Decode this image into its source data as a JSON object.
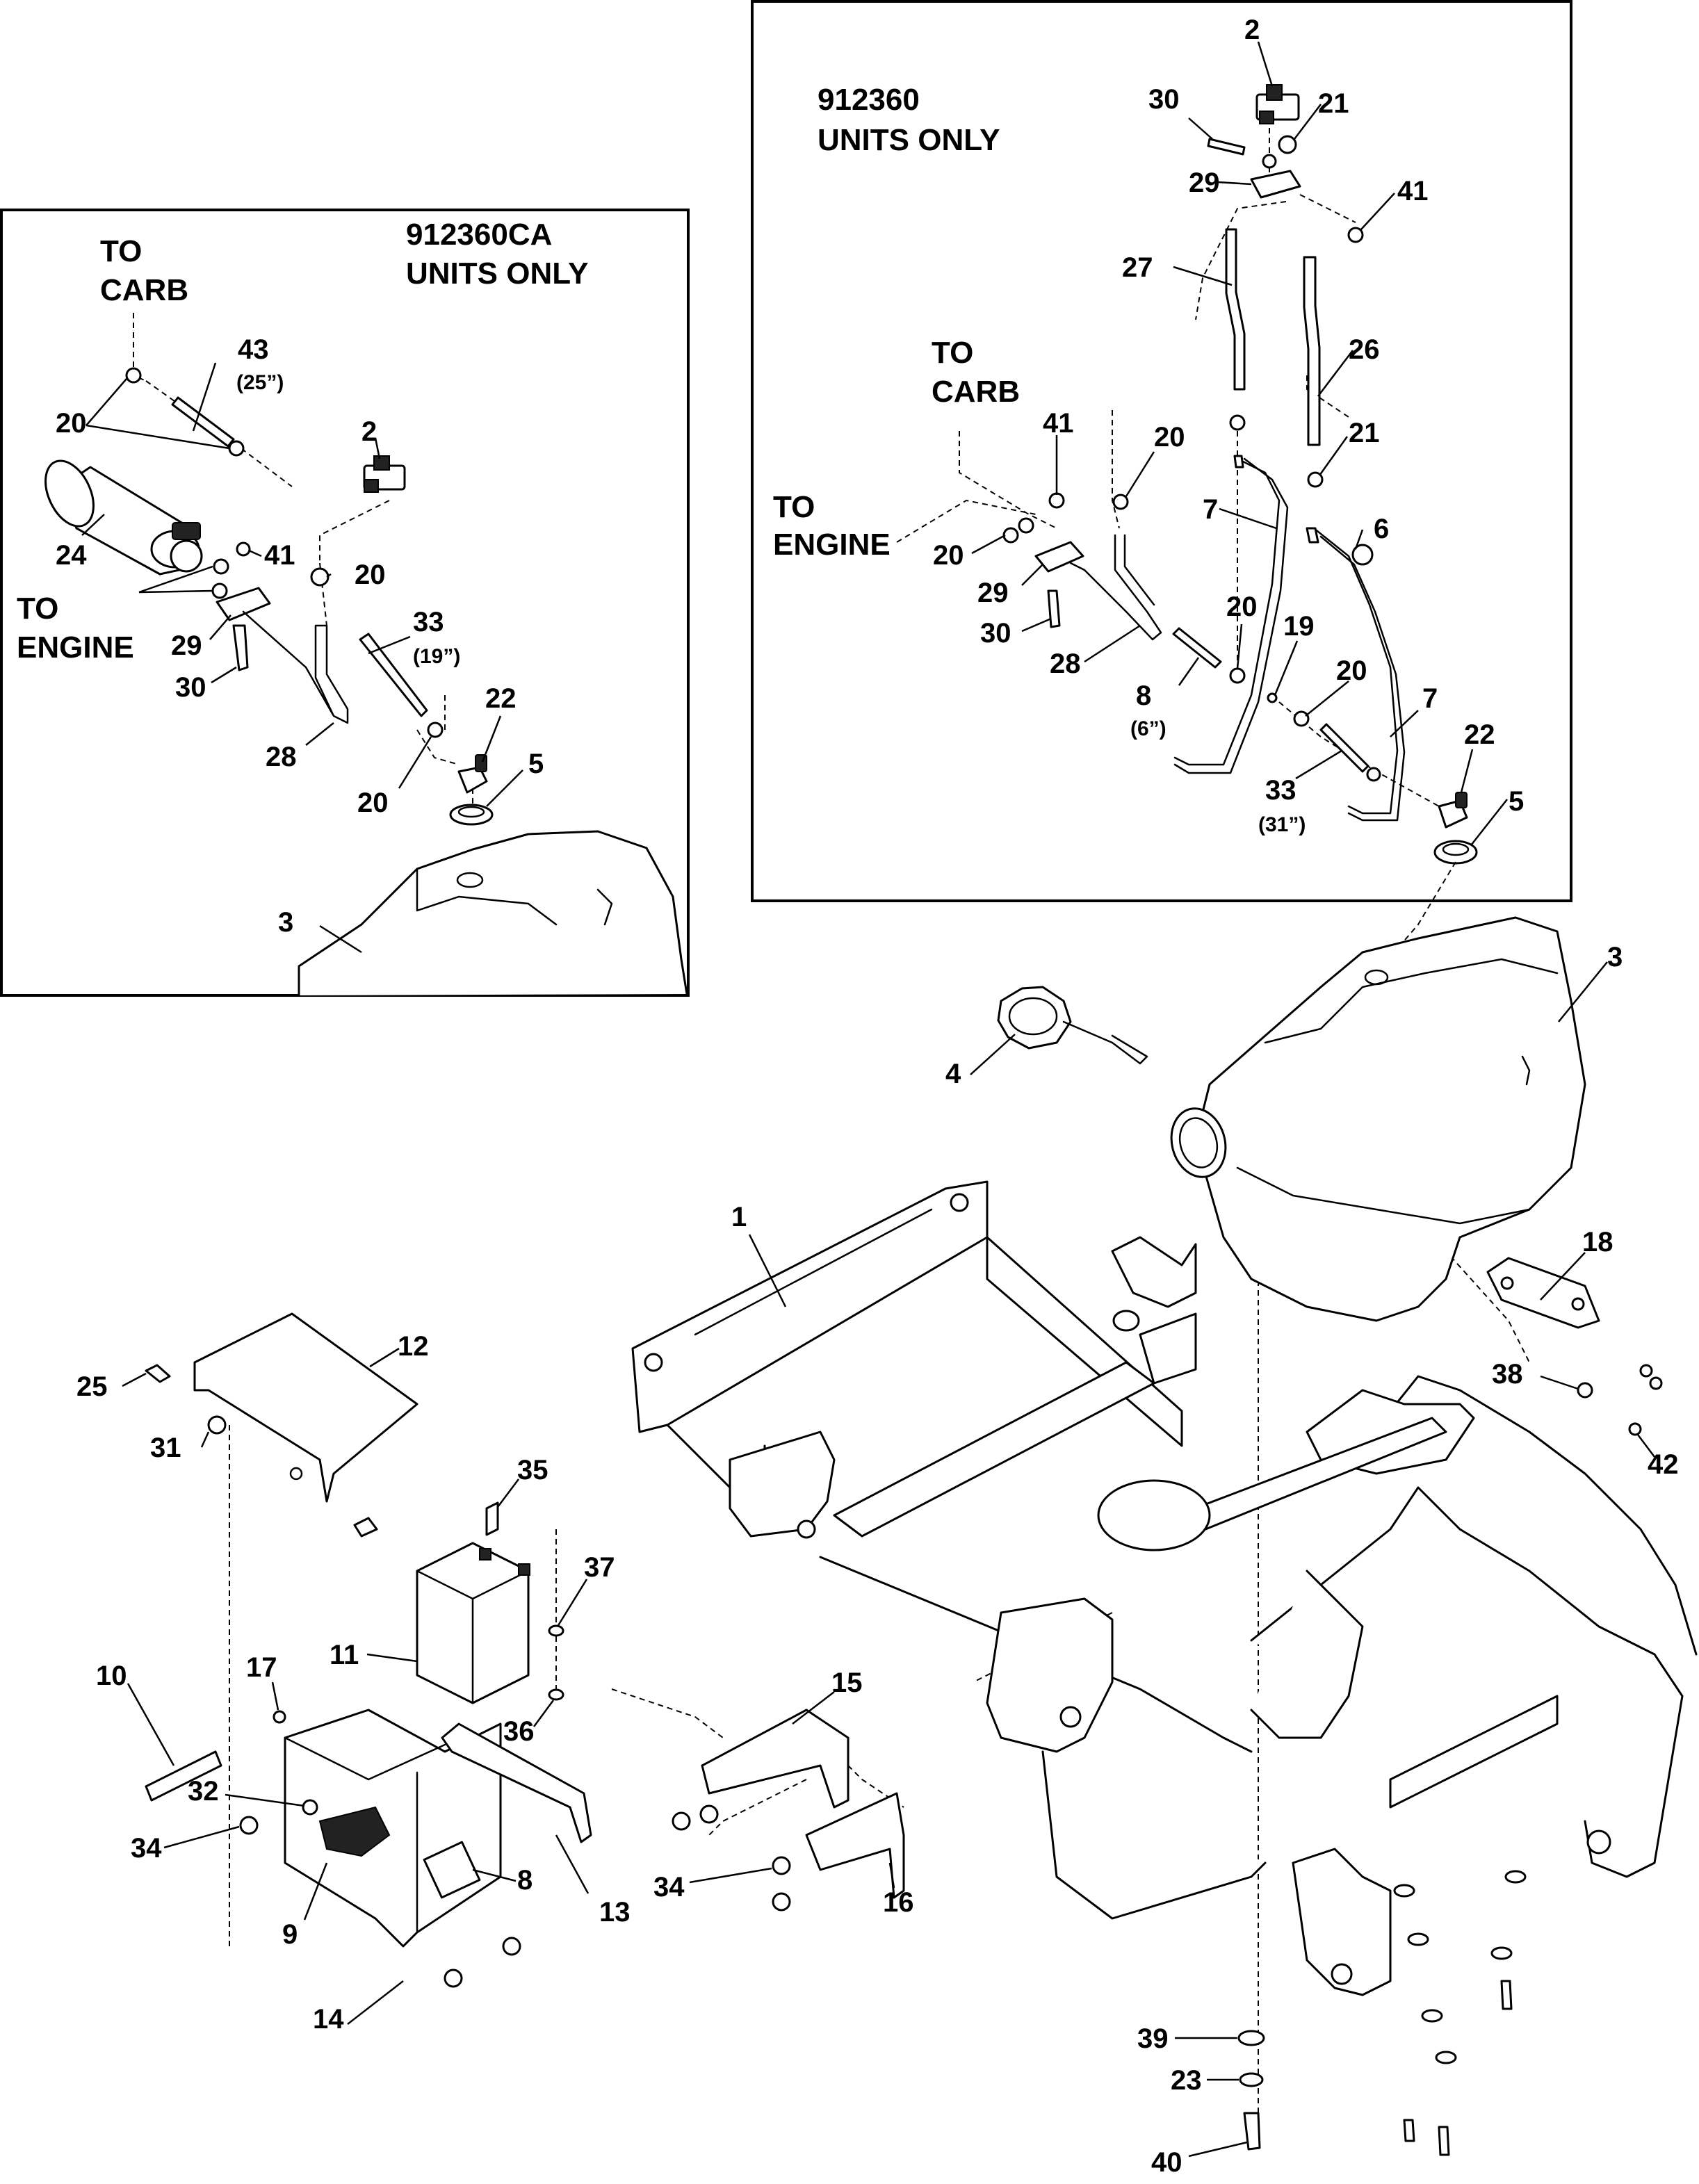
{
  "insets": {
    "left": {
      "title_line1": "912360CA",
      "title_line2": "UNITS ONLY",
      "to_carb": [
        "TO",
        "CARB"
      ],
      "to_engine": [
        "TO",
        "ENGINE"
      ]
    },
    "right": {
      "title_line1": "912360",
      "title_line2": "UNITS ONLY",
      "to_carb": [
        "TO",
        "CARB"
      ],
      "to_engine": [
        "TO",
        "ENGINE"
      ]
    }
  },
  "callouts": {
    "left_inset": [
      {
        "n": "43",
        "sub": "(25”)"
      },
      {
        "n": "20"
      },
      {
        "n": "20"
      },
      {
        "n": "24"
      },
      {
        "n": "2"
      },
      {
        "n": "41"
      },
      {
        "n": "20"
      },
      {
        "n": "29"
      },
      {
        "n": "30"
      },
      {
        "n": "33",
        "sub": "(19”)"
      },
      {
        "n": "22"
      },
      {
        "n": "28"
      },
      {
        "n": "5"
      },
      {
        "n": "20"
      },
      {
        "n": "3"
      }
    ],
    "right_inset": [
      {
        "n": "2"
      },
      {
        "n": "30"
      },
      {
        "n": "21"
      },
      {
        "n": "29"
      },
      {
        "n": "41"
      },
      {
        "n": "27"
      },
      {
        "n": "26"
      },
      {
        "n": "41"
      },
      {
        "n": "20"
      },
      {
        "n": "21"
      },
      {
        "n": "7"
      },
      {
        "n": "6"
      },
      {
        "n": "20"
      },
      {
        "n": "29"
      },
      {
        "n": "30"
      },
      {
        "n": "28"
      },
      {
        "n": "20"
      },
      {
        "n": "19"
      },
      {
        "n": "8",
        "sub": "(6”)"
      },
      {
        "n": "20"
      },
      {
        "n": "7"
      },
      {
        "n": "33",
        "sub": "(31”)"
      },
      {
        "n": "22"
      },
      {
        "n": "5"
      }
    ],
    "main": [
      {
        "n": "3"
      },
      {
        "n": "4"
      },
      {
        "n": "1"
      },
      {
        "n": "18"
      },
      {
        "n": "12"
      },
      {
        "n": "25"
      },
      {
        "n": "31"
      },
      {
        "n": "38"
      },
      {
        "n": "42"
      },
      {
        "n": "35"
      },
      {
        "n": "37"
      },
      {
        "n": "11"
      },
      {
        "n": "10"
      },
      {
        "n": "17"
      },
      {
        "n": "36"
      },
      {
        "n": "15"
      },
      {
        "n": "32"
      },
      {
        "n": "34"
      },
      {
        "n": "34"
      },
      {
        "n": "8"
      },
      {
        "n": "13"
      },
      {
        "n": "16"
      },
      {
        "n": "9"
      },
      {
        "n": "14"
      },
      {
        "n": "39"
      },
      {
        "n": "23"
      },
      {
        "n": "40"
      }
    ]
  }
}
